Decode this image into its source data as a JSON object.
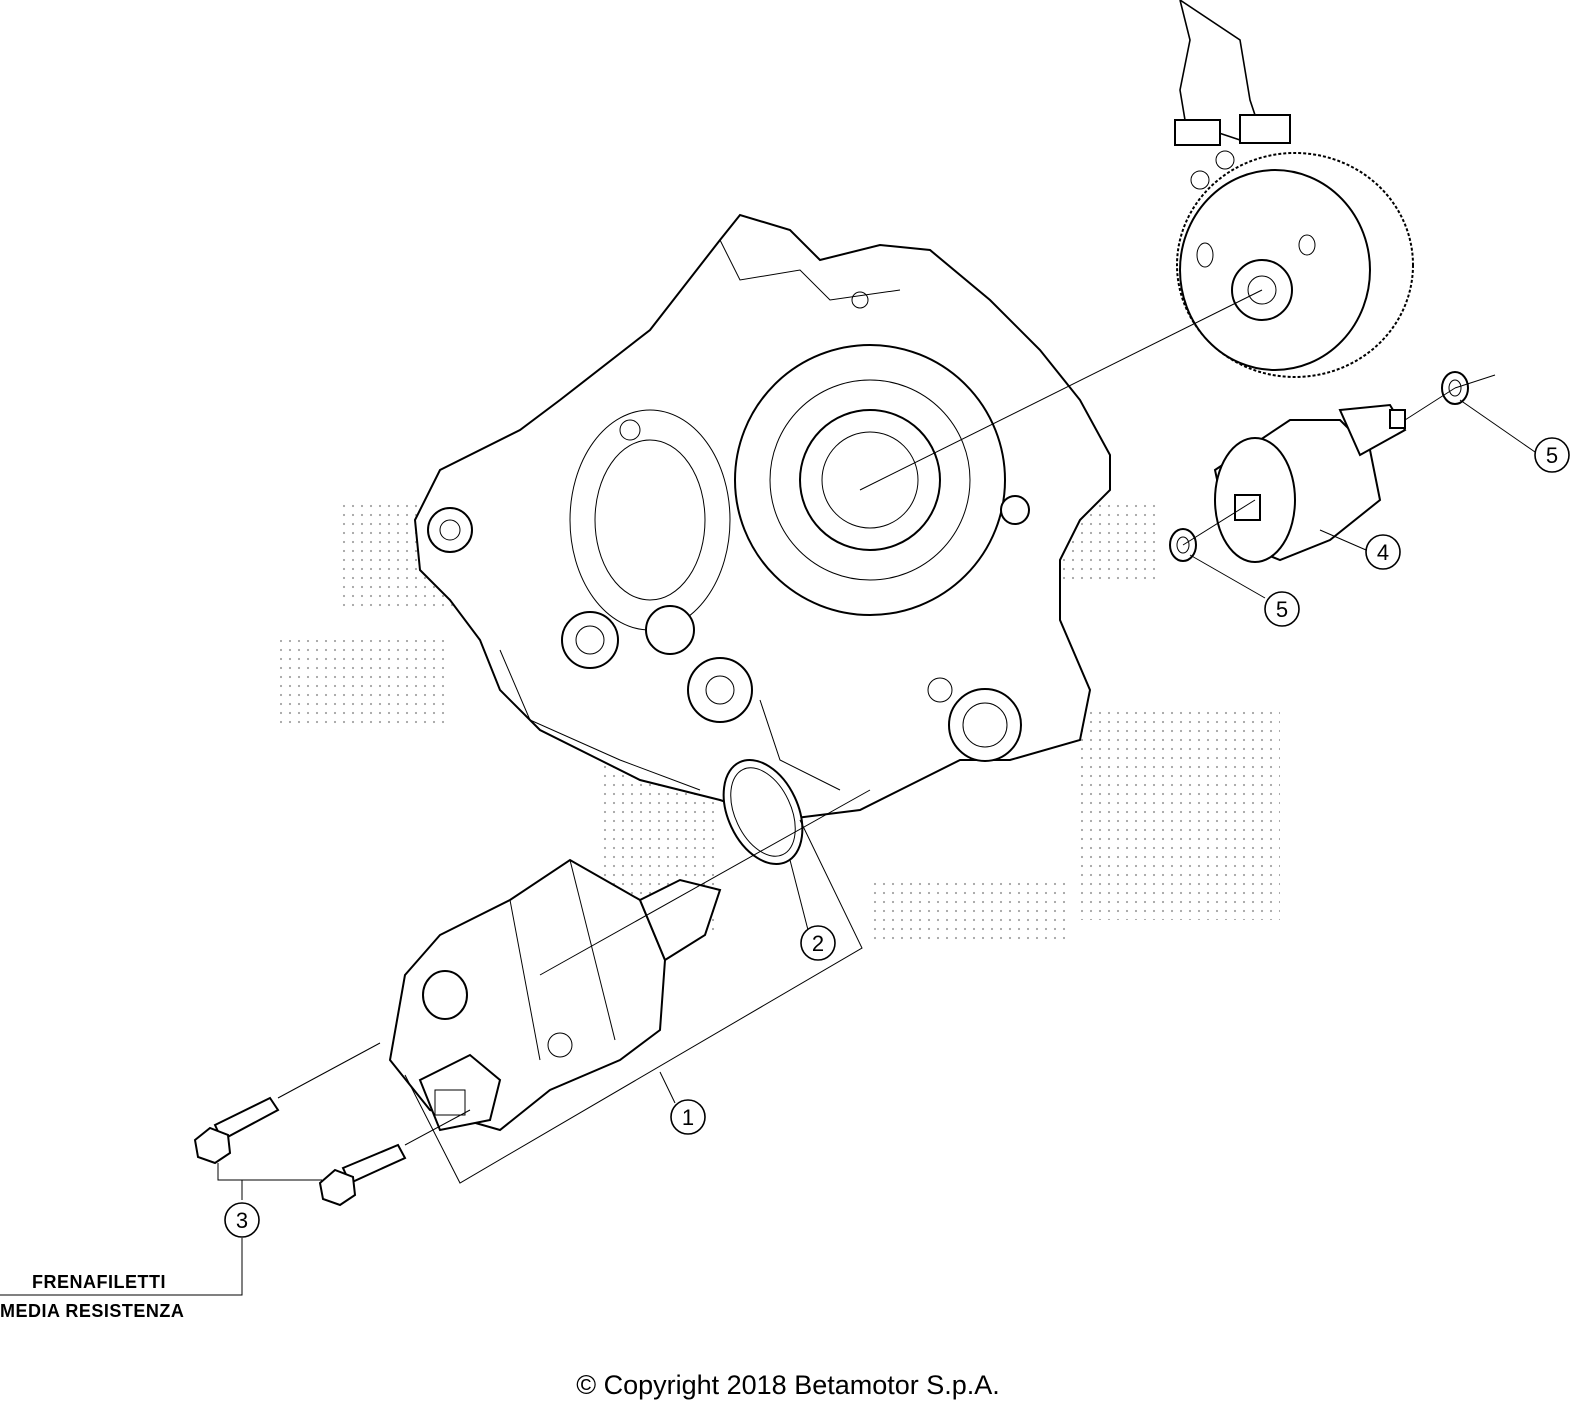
{
  "callouts": [
    {
      "id": "1",
      "label": "1"
    },
    {
      "id": "2",
      "label": "2"
    },
    {
      "id": "3",
      "label": "3"
    },
    {
      "id": "4",
      "label": "4"
    },
    {
      "id": "5a",
      "label": "5"
    },
    {
      "id": "5b",
      "label": "5"
    }
  ],
  "note": {
    "line1": "FRENAFILETTI",
    "line2": "MEDIA RESISTENZA"
  },
  "copyright": "© Copyright 2018 Betamotor S.p.A."
}
